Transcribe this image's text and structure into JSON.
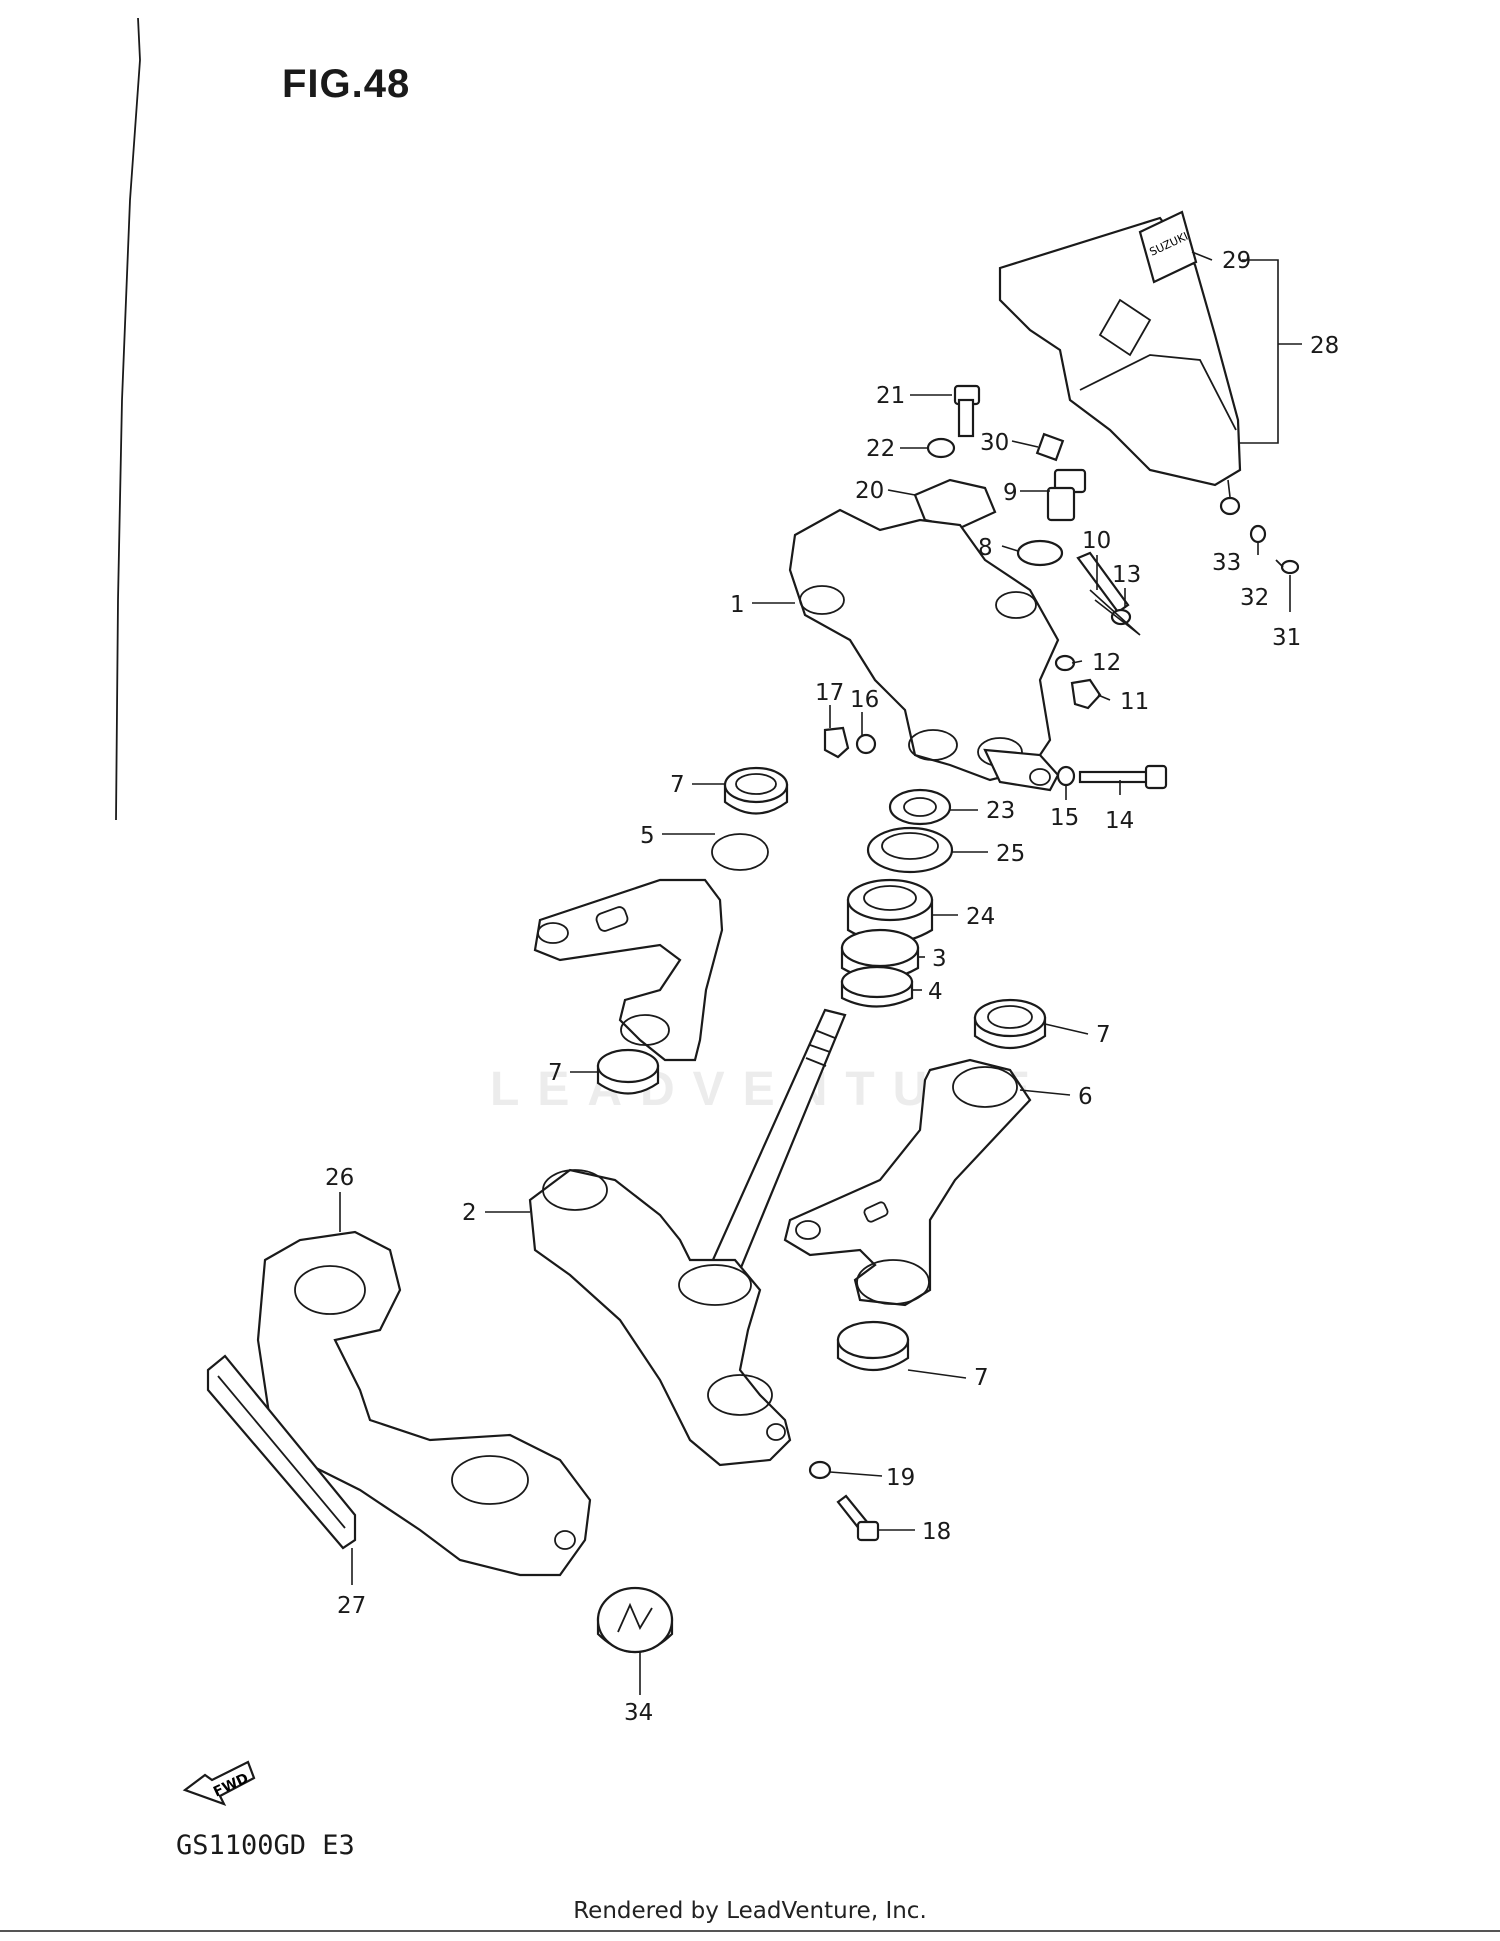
{
  "figure": {
    "title": "FIG.48",
    "model": "GS1100GD E3",
    "direction_label": "FWD",
    "watermark": "LEADVENTURE",
    "footer": "Rendered by LeadVenture, Inc."
  },
  "callouts": [
    {
      "id": "1",
      "label": "1"
    },
    {
      "id": "2",
      "label": "2"
    },
    {
      "id": "3",
      "label": "3"
    },
    {
      "id": "4",
      "label": "4"
    },
    {
      "id": "5",
      "label": "5"
    },
    {
      "id": "6",
      "label": "6"
    },
    {
      "id": "7a",
      "label": "7"
    },
    {
      "id": "7b",
      "label": "7"
    },
    {
      "id": "7c",
      "label": "7"
    },
    {
      "id": "7d",
      "label": "7"
    },
    {
      "id": "8",
      "label": "8"
    },
    {
      "id": "9",
      "label": "9"
    },
    {
      "id": "10",
      "label": "10"
    },
    {
      "id": "11",
      "label": "11"
    },
    {
      "id": "12",
      "label": "12"
    },
    {
      "id": "13",
      "label": "13"
    },
    {
      "id": "14",
      "label": "14"
    },
    {
      "id": "15",
      "label": "15"
    },
    {
      "id": "16",
      "label": "16"
    },
    {
      "id": "17",
      "label": "17"
    },
    {
      "id": "18",
      "label": "18"
    },
    {
      "id": "19",
      "label": "19"
    },
    {
      "id": "20",
      "label": "20"
    },
    {
      "id": "21",
      "label": "21"
    },
    {
      "id": "22",
      "label": "22"
    },
    {
      "id": "23",
      "label": "23"
    },
    {
      "id": "24",
      "label": "24"
    },
    {
      "id": "25",
      "label": "25"
    },
    {
      "id": "26",
      "label": "26"
    },
    {
      "id": "27",
      "label": "27"
    },
    {
      "id": "28",
      "label": "28"
    },
    {
      "id": "29",
      "label": "29"
    },
    {
      "id": "30",
      "label": "30"
    },
    {
      "id": "31",
      "label": "31"
    },
    {
      "id": "32",
      "label": "32"
    },
    {
      "id": "33",
      "label": "33"
    },
    {
      "id": "34",
      "label": "34"
    }
  ]
}
